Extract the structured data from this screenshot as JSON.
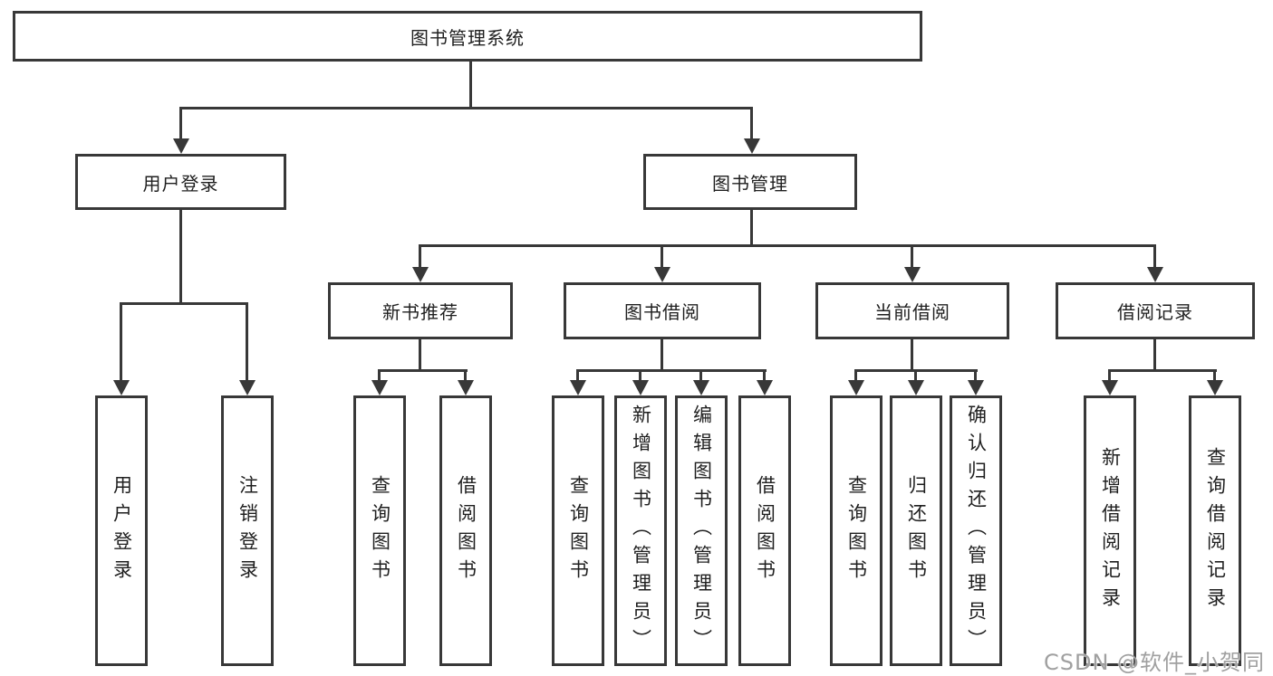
{
  "diagram_title": "图书管理系统",
  "watermark": "CSDN @软件_小贺同学",
  "colors": {
    "line": "#383838",
    "text": "#1f1f1f",
    "background": "#ffffff",
    "watermark": "#a0a0a0"
  },
  "nodes": {
    "root": "图书管理系统",
    "user_login": "用户登录",
    "book_mgmt": "图书管理",
    "new_book_rec": "新书推荐",
    "book_borrow": "图书借阅",
    "current_borrow": "当前借阅",
    "borrow_record": "借阅记录",
    "leaf_user_login": "用户登录",
    "leaf_logout": "注销登录",
    "leaf_nb_query": "查询图书",
    "leaf_nb_borrow": "借阅图书",
    "leaf_bb_query": "查询图书",
    "leaf_bb_add": "新增图书（管理员）",
    "leaf_bb_edit": "编辑图书（管理员）",
    "leaf_bb_borrow": "借阅图书",
    "leaf_cb_query": "查询图书",
    "leaf_cb_return": "归还图书",
    "leaf_cb_confirm": "确认归还（管理员）",
    "leaf_br_add": "新增借阅记录",
    "leaf_br_query": "查询借阅记录"
  },
  "hierarchy": {
    "图书管理系统": {
      "用户登录": [
        "用户登录",
        "注销登录"
      ],
      "图书管理": {
        "新书推荐": [
          "查询图书",
          "借阅图书"
        ],
        "图书借阅": [
          "查询图书",
          "新增图书（管理员）",
          "编辑图书（管理员）",
          "借阅图书"
        ],
        "当前借阅": [
          "查询图书",
          "归还图书",
          "确认归还（管理员）"
        ],
        "借阅记录": [
          "新增借阅记录",
          "查询借阅记录"
        ]
      }
    }
  }
}
